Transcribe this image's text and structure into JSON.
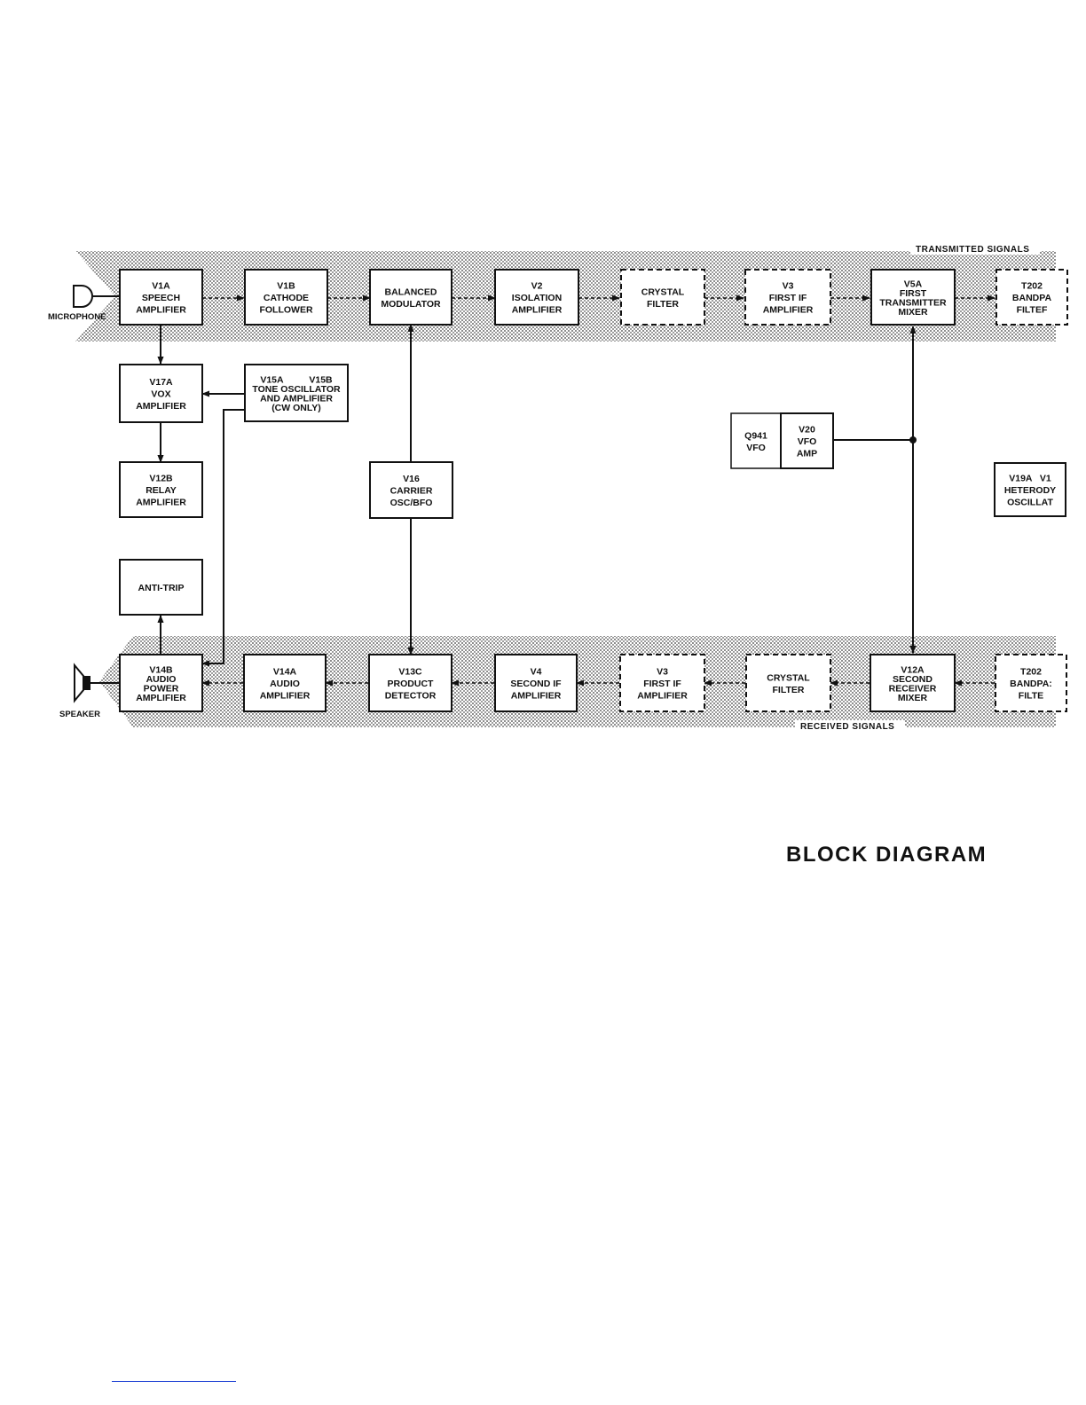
{
  "title": "BLOCK DIAGRAM",
  "band_labels": {
    "transmitted": "TRANSMITTED SIGNALS",
    "received": "RECEIVED SIGNALS"
  },
  "external_labels": {
    "microphone": "MICROPHONE",
    "speaker": "SPEAKER"
  },
  "blocks": [
    {
      "id": "v1a",
      "lines": [
        "V1A",
        "SPEECH",
        "AMPLIFIER"
      ],
      "dashed": false
    },
    {
      "id": "v1b",
      "lines": [
        "V1B",
        "CATHODE",
        "FOLLOWER"
      ],
      "dashed": false
    },
    {
      "id": "balanced-modulator",
      "lines": [
        "BALANCED",
        "MODULATOR"
      ],
      "dashed": false
    },
    {
      "id": "v2",
      "lines": [
        "V2",
        "ISOLATION",
        "AMPLIFIER"
      ],
      "dashed": false
    },
    {
      "id": "crystal-filter-tx",
      "lines": [
        "CRYSTAL",
        "FILTER"
      ],
      "dashed": true
    },
    {
      "id": "v3-tx",
      "lines": [
        "V3",
        "FIRST IF",
        "AMPLIFIER"
      ],
      "dashed": true
    },
    {
      "id": "v5a",
      "lines": [
        "V5A",
        "FIRST",
        "TRANSMITTER",
        "MIXER"
      ],
      "dashed": false
    },
    {
      "id": "t202-tx",
      "lines": [
        "T202",
        "BANDPA",
        "FILTEF"
      ],
      "dashed": true
    },
    {
      "id": "v17a",
      "lines": [
        "V17A",
        "VOX",
        "AMPLIFIER"
      ],
      "dashed": false
    },
    {
      "id": "v15",
      "lines": [
        "V15A          V15B",
        "TONE OSCILLATOR",
        "AND AMPLIFIER",
        "(CW ONLY)"
      ],
      "dashed": false
    },
    {
      "id": "v12b",
      "lines": [
        "V12B",
        "RELAY",
        "AMPLIFIER"
      ],
      "dashed": false
    },
    {
      "id": "anti-trip",
      "lines": [
        "ANTI-TRIP"
      ],
      "dashed": false
    },
    {
      "id": "v16",
      "lines": [
        "V16",
        "CARRIER",
        "OSC/BFO"
      ],
      "dashed": false
    },
    {
      "id": "vfo",
      "lines": [
        "Q941",
        "VFO"
      ],
      "dashed": false
    },
    {
      "id": "vfo-amp",
      "lines": [
        "V20",
        "VFO",
        "AMP"
      ],
      "dashed": false
    },
    {
      "id": "v19a",
      "lines": [
        "V19A   V1",
        "HETERODY",
        "OSCILLAT"
      ],
      "dashed": false
    },
    {
      "id": "v14b",
      "lines": [
        "V14B",
        "AUDIO",
        "POWER",
        "AMPLIFIER"
      ],
      "dashed": false
    },
    {
      "id": "v14a",
      "lines": [
        "V14A",
        "AUDIO",
        "AMPLIFIER"
      ],
      "dashed": false
    },
    {
      "id": "v13c",
      "lines": [
        "V13C",
        "PRODUCT",
        "DETECTOR"
      ],
      "dashed": false
    },
    {
      "id": "v4",
      "lines": [
        "V4",
        "SECOND IF",
        "AMPLIFIER"
      ],
      "dashed": false
    },
    {
      "id": "v3-rx",
      "lines": [
        "V3",
        "FIRST IF",
        "AMPLIFIER"
      ],
      "dashed": true
    },
    {
      "id": "crystal-filter-rx",
      "lines": [
        "CRYSTAL",
        "FILTER"
      ],
      "dashed": true
    },
    {
      "id": "v12a",
      "lines": [
        "V12A",
        "SECOND",
        "RECEIVER",
        "MIXER"
      ],
      "dashed": false
    },
    {
      "id": "t202-rx",
      "lines": [
        "T202",
        "BANDPA:",
        "FILTE"
      ],
      "dashed": true
    }
  ]
}
